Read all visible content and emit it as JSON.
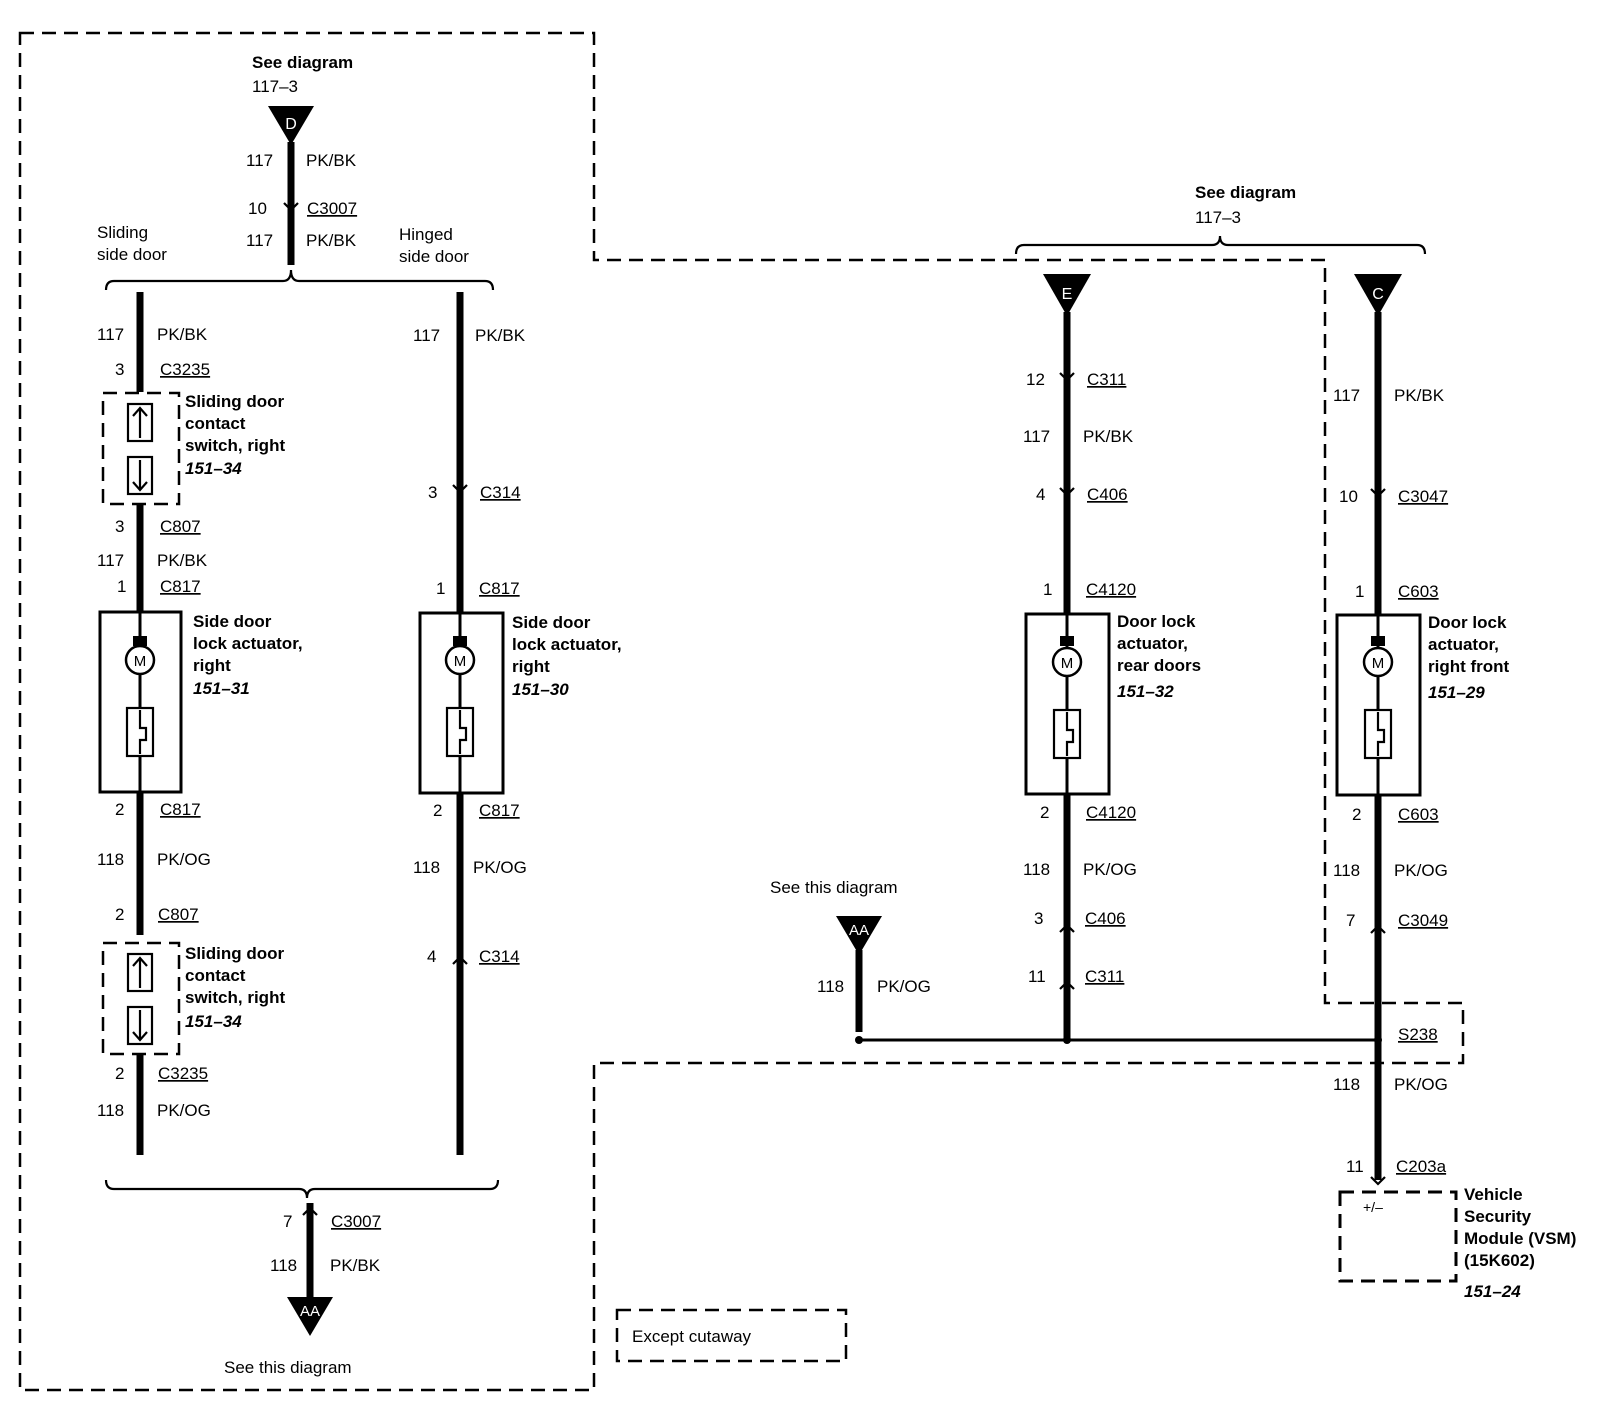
{
  "refs": {
    "top_see_diagram": "See diagram",
    "top_see_diagram_num": "117–3",
    "right_see_diagram": "See diagram",
    "right_see_diagram_num": "117–3",
    "bottom_see_this": "See this diagram",
    "mid_see_this": "See this diagram"
  },
  "connectors": {
    "D": "D",
    "E": "E",
    "C": "C",
    "AA_bottom": "AA",
    "AA_mid": "AA"
  },
  "branches": {
    "sliding_1": "Sliding",
    "sliding_2": "side door",
    "hinged_1": "Hinged",
    "hinged_2": "side door"
  },
  "wires": {
    "top_1_circuit": "117",
    "top_1_color": "PK/BK",
    "top_pin": "10",
    "top_conn": "C3007",
    "top_2_circuit": "117",
    "top_2_color": "PK/BK",
    "s1_circuit": "117",
    "s1_color": "PK/BK",
    "s_c3235_pin": "3",
    "s_c3235": "C3235",
    "s_c807_pin": "3",
    "s_c807": "C807",
    "s2_circuit": "117",
    "s2_color": "PK/BK",
    "s_c817a_pin": "1",
    "s_c817a": "C817",
    "s_c817b_pin": "2",
    "s_c817b": "C817",
    "s3_circuit": "118",
    "s3_color": "PK/OG",
    "s_c807b_pin": "2",
    "s_c807b": "C807",
    "s_c3235b_pin": "2",
    "s_c3235b": "C3235",
    "s4_circuit": "118",
    "s4_color": "PK/OG",
    "h1_circuit": "117",
    "h1_color": "PK/BK",
    "h_c314a_pin": "3",
    "h_c314a": "C314",
    "h_c817a_pin": "1",
    "h_c817a": "C817",
    "h_c817b_pin": "2",
    "h_c817b": "C817",
    "h2_circuit": "118",
    "h2_color": "PK/OG",
    "h_c314b_pin": "4",
    "h_c314b": "C314",
    "bot_pin": "7",
    "bot_conn": "C3007",
    "bot_circuit": "118",
    "bot_color": "PK/BK",
    "e_c311a_pin": "12",
    "e_c311a": "C311",
    "e1_circuit": "117",
    "e1_color": "PK/BK",
    "e_c406a_pin": "4",
    "e_c406a": "C406",
    "e_c4120a_pin": "1",
    "e_c4120a": "C4120",
    "e_c4120b_pin": "2",
    "e_c4120b": "C4120",
    "e2_circuit": "118",
    "e2_color": "PK/OG",
    "e_c406b_pin": "3",
    "e_c406b": "C406",
    "e_c311b_pin": "11",
    "e_c311b": "C311",
    "c1_circuit": "117",
    "c1_color": "PK/BK",
    "c_c3047_pin": "10",
    "c_c3047": "C3047",
    "c_c603a_pin": "1",
    "c_c603a": "C603",
    "c_c603b_pin": "2",
    "c_c603b": "C603",
    "c2_circuit": "118",
    "c2_color": "PK/OG",
    "c_c3049_pin": "7",
    "c_c3049": "C3049",
    "splice": "S238",
    "c3_circuit": "118",
    "c3_color": "PK/OG",
    "c_c203a_pin": "11",
    "c_c203a": "C203a",
    "aa_circuit": "118",
    "aa_color": "PK/OG"
  },
  "components": {
    "sw1": {
      "l1": "Sliding door",
      "l2": "contact",
      "l3": "switch, right",
      "ref": "151–34"
    },
    "act1": {
      "l1": "Side door",
      "l2": "lock actuator,",
      "l3": "right",
      "ref": "151–31"
    },
    "sw2": {
      "l1": "Sliding door",
      "l2": "contact",
      "l3": "switch, right",
      "ref": "151–34"
    },
    "act2": {
      "l1": "Side door",
      "l2": "lock actuator,",
      "l3": "right",
      "ref": "151–30"
    },
    "act3": {
      "l1": "Door lock",
      "l2": "actuator,",
      "l3": "rear doors",
      "ref": "151–32"
    },
    "act4": {
      "l1": "Door lock",
      "l2": "actuator,",
      "l3": "right front",
      "ref": "151–29"
    },
    "vsm": {
      "l1": "Vehicle",
      "l2": "Security",
      "l3": "Module (VSM)",
      "l4": "(15K602)",
      "ref": "151–24",
      "pin_label": "+/–"
    },
    "motor_symbol": "M"
  },
  "legend": {
    "except_cutaway": "Except cutaway"
  }
}
